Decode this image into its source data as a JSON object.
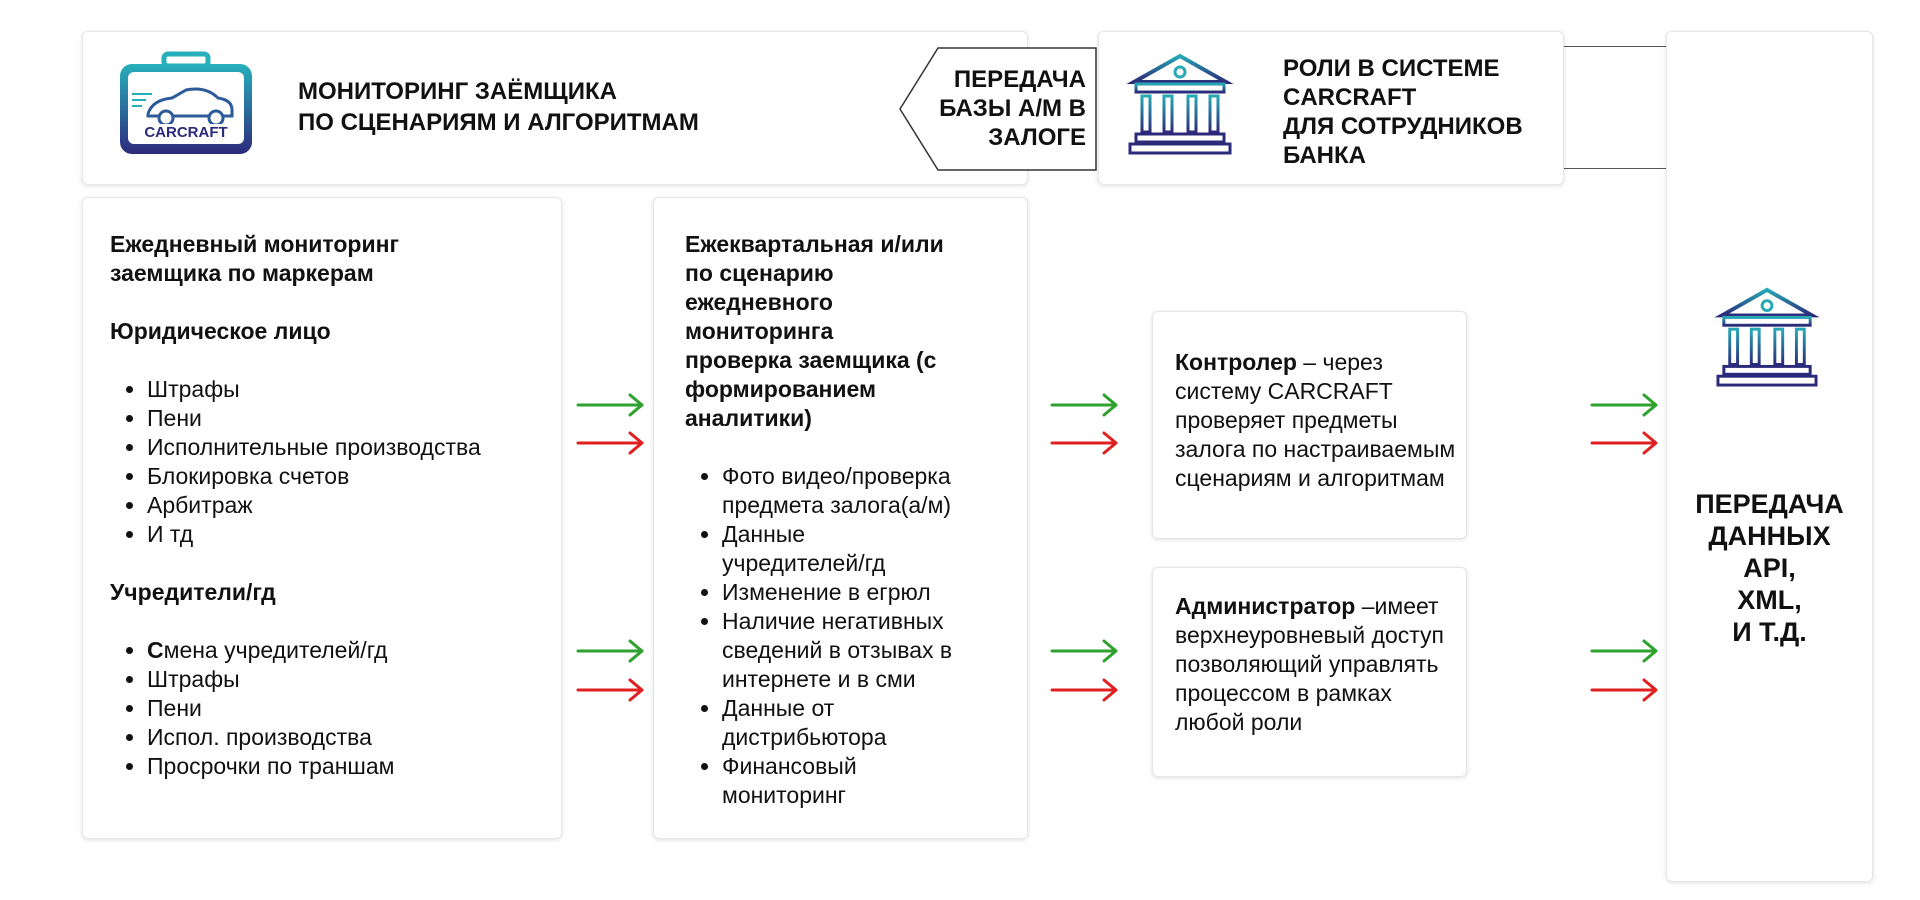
{
  "header": {
    "logo_text": "CARCRAFT",
    "title_line1": "МОНИТОРИНГ ЗАЁМЩИКА",
    "title_line2": "ПО СЦЕНАРИЯМ И АЛГОРИТМАМ",
    "transfer_label_line1": "ПЕРЕДАЧА",
    "transfer_label_line2": "БАЗЫ А/М В",
    "transfer_label_line3": "ЗАЛОГЕ",
    "roles_line1": "РОЛИ В СИСТЕМЕ",
    "roles_line2": "CARCRAFT",
    "roles_line3": "ДЛЯ СОТРУДНИКОВ",
    "roles_line4": "БАНКА"
  },
  "daily": {
    "title_line1": "Ежедневный мониторинг",
    "title_line2": "заемщика по маркерам",
    "legal_heading": "Юридическое лицо",
    "legal_items": [
      "Штрафы",
      "Пени",
      "Исполнительные  производства",
      "Блокировка счетов",
      "Арбитраж",
      "И тд"
    ],
    "founders_heading": "Учредители/гд",
    "founders_first_bold": "С",
    "founders_first_rest": "мена учредителей/гд",
    "founders_items": [
      "Штрафы",
      "Пени",
      "Испол. производства",
      "Просрочки по траншам"
    ]
  },
  "quarterly": {
    "title_lines": [
      "Ежеквартальная и/или",
      "по сценарию",
      "ежедневного",
      "мониторинга",
      "проверка  заемщика (с",
      "формированием",
      "аналитики)"
    ],
    "items": [
      {
        "l1": "Фото видео/проверка",
        "l2": "предмета залога(а/м)"
      },
      {
        "l1": "Данные",
        "l2": "учредителей/гд"
      },
      {
        "l1": "Изменение в егрюл",
        "l2": ""
      },
      {
        "l1": "Наличие негативных",
        "l2": "сведений в отзывах в",
        "l3": "интернете и в сми"
      },
      {
        "l1": "Данные от",
        "l2": "дистрибьютора"
      },
      {
        "l1": "Финансовый",
        "l2": "мониторинг"
      }
    ]
  },
  "roles": {
    "controller_bold": "Контролер",
    "controller_rest1": " – через",
    "controller_lines": [
      "системy CARCRAFT",
      "проверяет предметы",
      "залога по настраиваемым",
      "сценариям и алгоритмам"
    ],
    "admin_bold": "Администратор",
    "admin_rest1": " –имеет",
    "admin_lines": [
      "верхнеуровневый доступ",
      "позволяющий управлять",
      "процессом в рамках",
      "любой роли"
    ]
  },
  "transfer": {
    "lines": [
      "ПЕРЕДАЧА",
      "ДАННЫХ",
      "API,",
      "XML,",
      "И Т.Д."
    ]
  },
  "colors": {
    "green_arrow": "#2ea12e",
    "red_arrow": "#e02020",
    "icon_teal": "#26a9b5",
    "icon_navy": "#2b2a7a"
  }
}
